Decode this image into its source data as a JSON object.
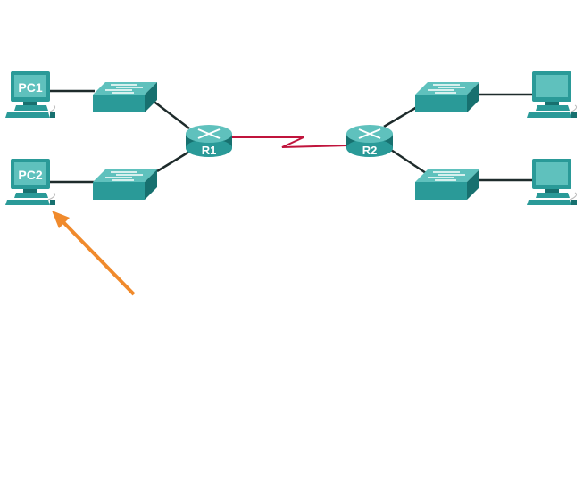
{
  "devices": {
    "pc1": {
      "label": "PC1"
    },
    "pc2": {
      "label": "PC2"
    },
    "r1": {
      "label": "R1"
    },
    "r2": {
      "label": "R2"
    }
  },
  "colors": {
    "device_teal": "#2a9a98",
    "device_dark": "#17706f",
    "device_light": "#5fc1bd",
    "ethernet_link": "#1e2b2b",
    "serial_link": "#c0143c",
    "arrow": "#f08a2c"
  }
}
